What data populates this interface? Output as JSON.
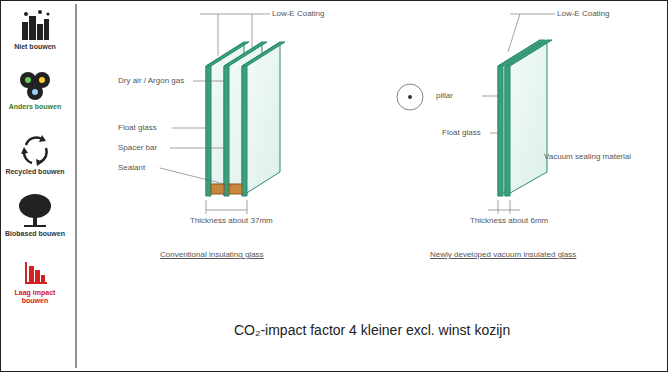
{
  "diagram": {
    "caption": "CO₂-impact factor 4 kleiner excl. winst kozijn",
    "labels": [
      "Niet bouwen",
      "Anders bouwen",
      "Recycled bouwen",
      "Biobased bouwen",
      "Laag impact bouwen",
      "Low-E Coating",
      "Dry air / Argon gas",
      "Float glass",
      "Spacer bar",
      "Sealant",
      "Thickness about 37mm",
      "Conventional insulating glass",
      "Low-E Coating",
      "pillar",
      "Float glass",
      "Vacuum sealing material",
      "Thickness about 6mm",
      "Newly developed vacuum insulated glass"
    ]
  }
}
